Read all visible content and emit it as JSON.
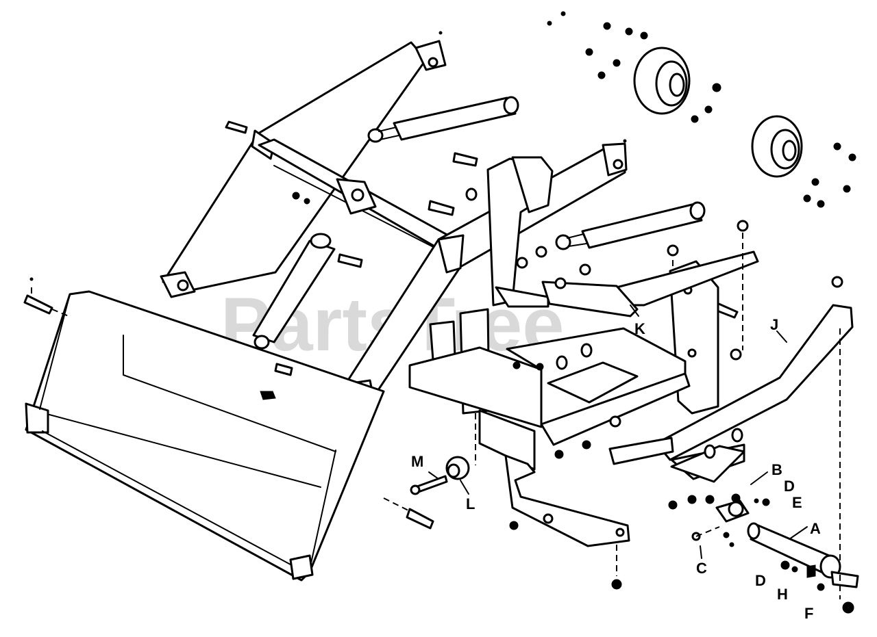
{
  "watermark": {
    "text": "PartsTree",
    "trademark": "™"
  },
  "callouts": [
    {
      "id": "A",
      "text": "A"
    },
    {
      "id": "B",
      "text": "B"
    },
    {
      "id": "C",
      "text": "C"
    },
    {
      "id": "D1",
      "text": "D"
    },
    {
      "id": "D2",
      "text": "D"
    },
    {
      "id": "E",
      "text": "E"
    },
    {
      "id": "F",
      "text": "F"
    },
    {
      "id": "H",
      "text": "H"
    },
    {
      "id": "J",
      "text": "J"
    },
    {
      "id": "K",
      "text": "K"
    },
    {
      "id": "L",
      "text": "L"
    },
    {
      "id": "M",
      "text": "M"
    }
  ],
  "colors": {
    "line": "#000000",
    "background": "#ffffff",
    "watermark": "#c9c9c9"
  }
}
